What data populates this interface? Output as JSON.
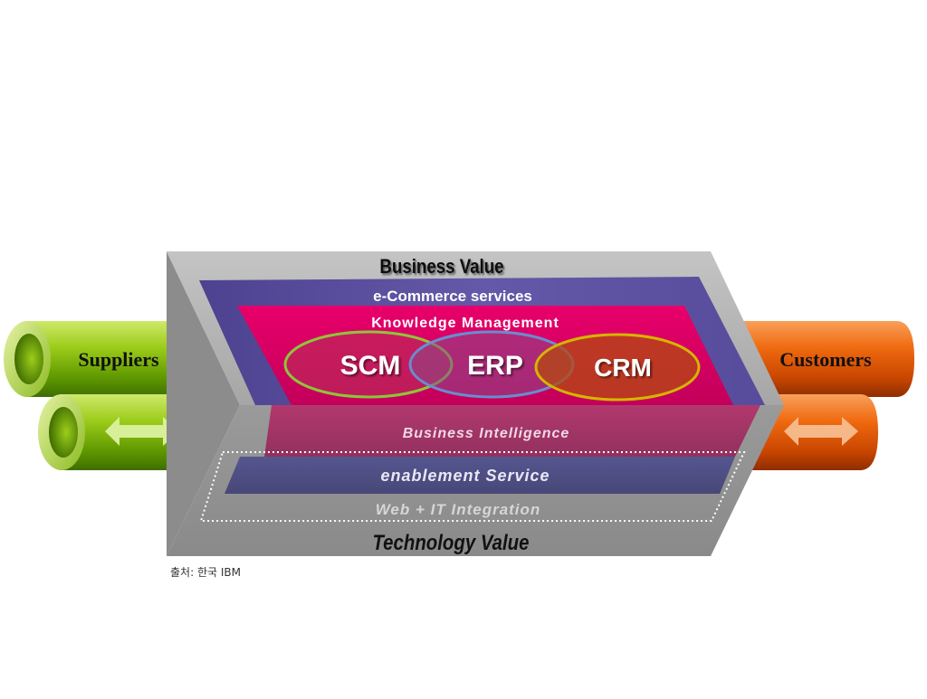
{
  "diagram": {
    "top_label": "Business Value",
    "bottom_label": "Technology Value",
    "layers": {
      "ecommerce": "e-Commerce services",
      "knowledge": "Knowledge Management",
      "bi": "Business Intelligence",
      "enablement": "enablement Service",
      "integration": "Web + IT Integration"
    },
    "circles": {
      "scm": "SCM",
      "erp": "ERP",
      "crm": "CRM"
    },
    "left_pipe": {
      "label": "Suppliers",
      "icon": "double-arrow-icon"
    },
    "right_pipe": {
      "label": "Customers",
      "icon": "double-arrow-icon"
    }
  },
  "source_note": "출처: 한국 IBM",
  "colors": {
    "frame_gray": "#b3b3b3",
    "outer_purple": "#5b4f99",
    "knowledge_magenta": "#d8005e",
    "bi_magenta": "#b02a66",
    "enablement_navy": "#4a4a80",
    "supplier_green": "#7ab800",
    "customer_orange": "#e05800"
  }
}
